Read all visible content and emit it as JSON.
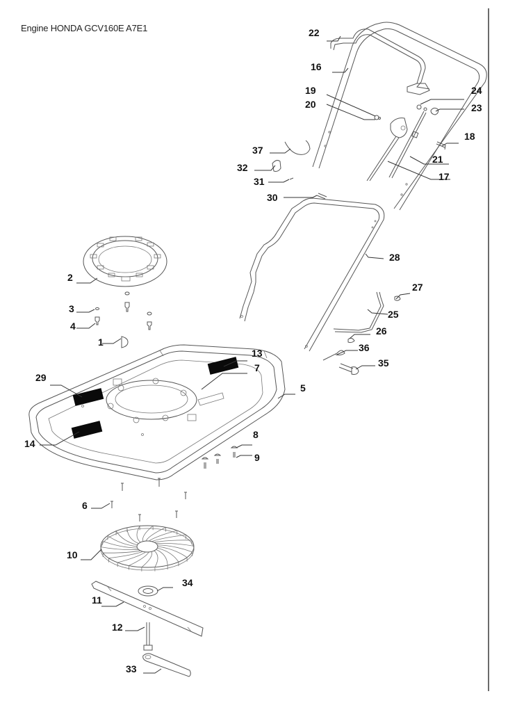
{
  "title": "Engine HONDA GCV160E A7E1",
  "parts": [
    {
      "id": "22",
      "label": "22"
    },
    {
      "id": "16",
      "label": "16"
    },
    {
      "id": "19",
      "label": "19"
    },
    {
      "id": "20",
      "label": "20"
    },
    {
      "id": "24",
      "label": "24"
    },
    {
      "id": "23",
      "label": "23"
    },
    {
      "id": "18",
      "label": "18"
    },
    {
      "id": "37",
      "label": "37"
    },
    {
      "id": "32",
      "label": "32"
    },
    {
      "id": "21",
      "label": "21"
    },
    {
      "id": "31",
      "label": "31"
    },
    {
      "id": "17",
      "label": "17"
    },
    {
      "id": "30",
      "label": "30"
    },
    {
      "id": "28",
      "label": "28"
    },
    {
      "id": "2",
      "label": "2"
    },
    {
      "id": "27",
      "label": "27"
    },
    {
      "id": "3",
      "label": "3"
    },
    {
      "id": "25",
      "label": "25"
    },
    {
      "id": "4",
      "label": "4"
    },
    {
      "id": "26",
      "label": "26"
    },
    {
      "id": "1",
      "label": "1"
    },
    {
      "id": "36",
      "label": "36"
    },
    {
      "id": "13",
      "label": "13"
    },
    {
      "id": "35",
      "label": "35"
    },
    {
      "id": "7",
      "label": "7"
    },
    {
      "id": "29",
      "label": "29"
    },
    {
      "id": "5",
      "label": "5"
    },
    {
      "id": "14",
      "label": "14"
    },
    {
      "id": "8",
      "label": "8"
    },
    {
      "id": "9",
      "label": "9"
    },
    {
      "id": "6",
      "label": "6"
    },
    {
      "id": "10",
      "label": "10"
    },
    {
      "id": "34",
      "label": "34"
    },
    {
      "id": "11",
      "label": "11"
    },
    {
      "id": "12",
      "label": "12"
    },
    {
      "id": "33",
      "label": "33"
    }
  ]
}
